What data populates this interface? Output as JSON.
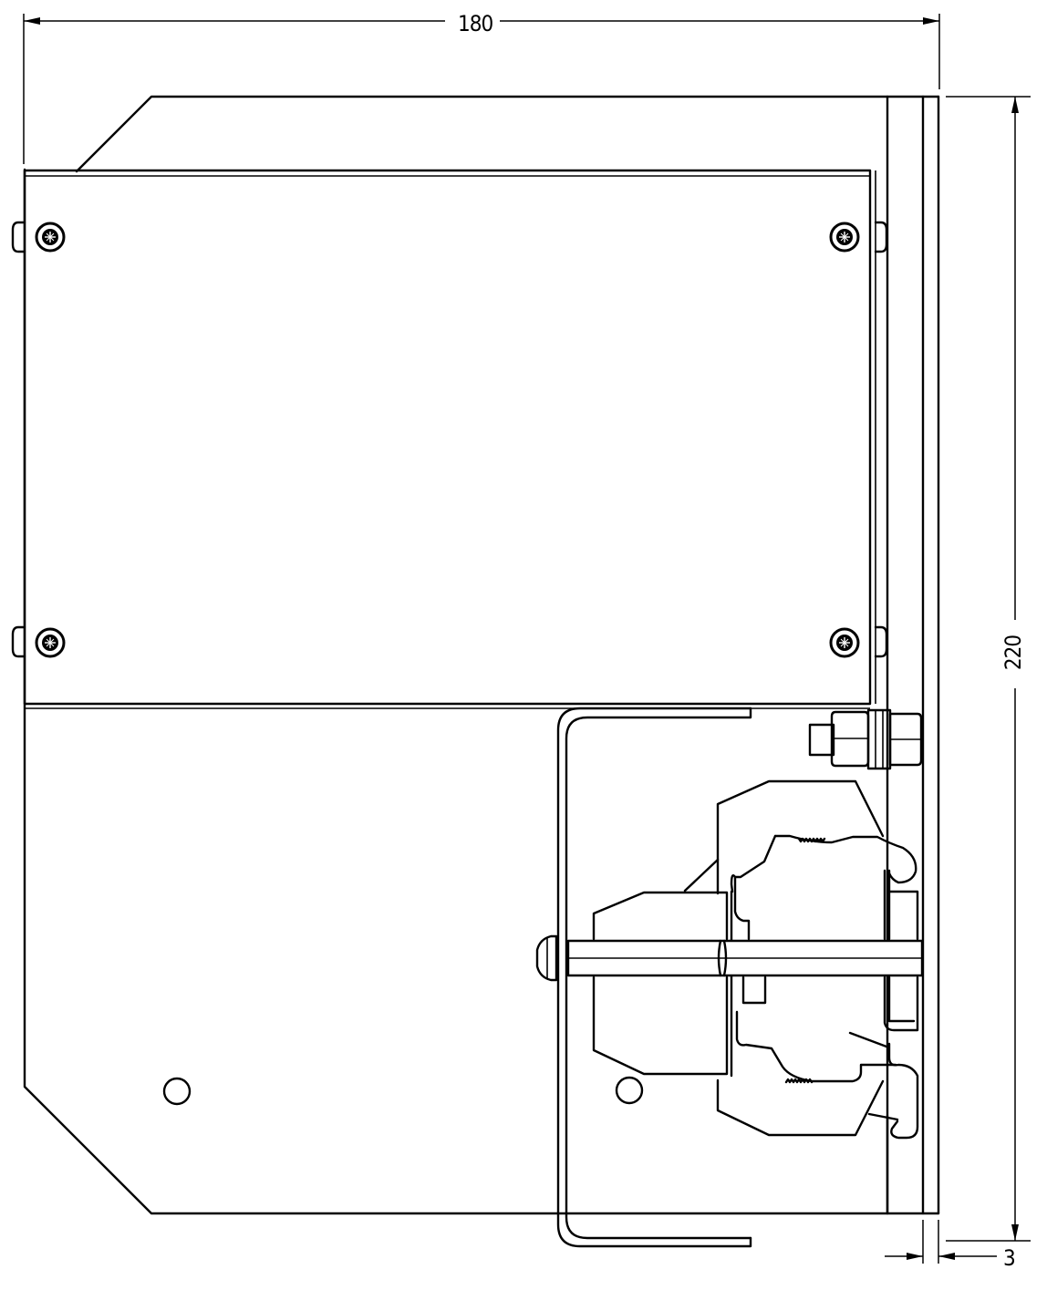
{
  "drawing": {
    "type": "technical-side-view",
    "subject": "enclosure with cover plate, U-bracket and DIN-rail terminal blocks",
    "line_color": "#000000",
    "background": "#ffffff"
  },
  "dimensions": {
    "overall_width": {
      "value": "180",
      "orientation": "horizontal",
      "position": "top"
    },
    "overall_height": {
      "value": "220",
      "orientation": "vertical",
      "position": "right"
    },
    "plate_thickness": {
      "value": "3",
      "orientation": "horizontal",
      "position": "bottom-right"
    }
  },
  "components": [
    {
      "id": "housing-side-panel",
      "description": "chamfered side panel outline"
    },
    {
      "id": "cover-plate",
      "description": "upper rectangular cover with 4 screws"
    },
    {
      "id": "cover-screws",
      "count": 4,
      "icon": "phillips-screw-head"
    },
    {
      "id": "mounting-plate",
      "description": "vertical back plate, thickness 3"
    },
    {
      "id": "u-bracket",
      "description": "bent U-shaped bracket"
    },
    {
      "id": "hex-bolt-assembly",
      "description": "hex nuts and washer through back plate"
    },
    {
      "id": "terminal-blocks",
      "description": "DIN-rail terminal blocks with clamps"
    },
    {
      "id": "through-rod",
      "description": "horizontal rod through terminals with cap nut"
    },
    {
      "id": "mounting-holes",
      "count": 2
    }
  ]
}
